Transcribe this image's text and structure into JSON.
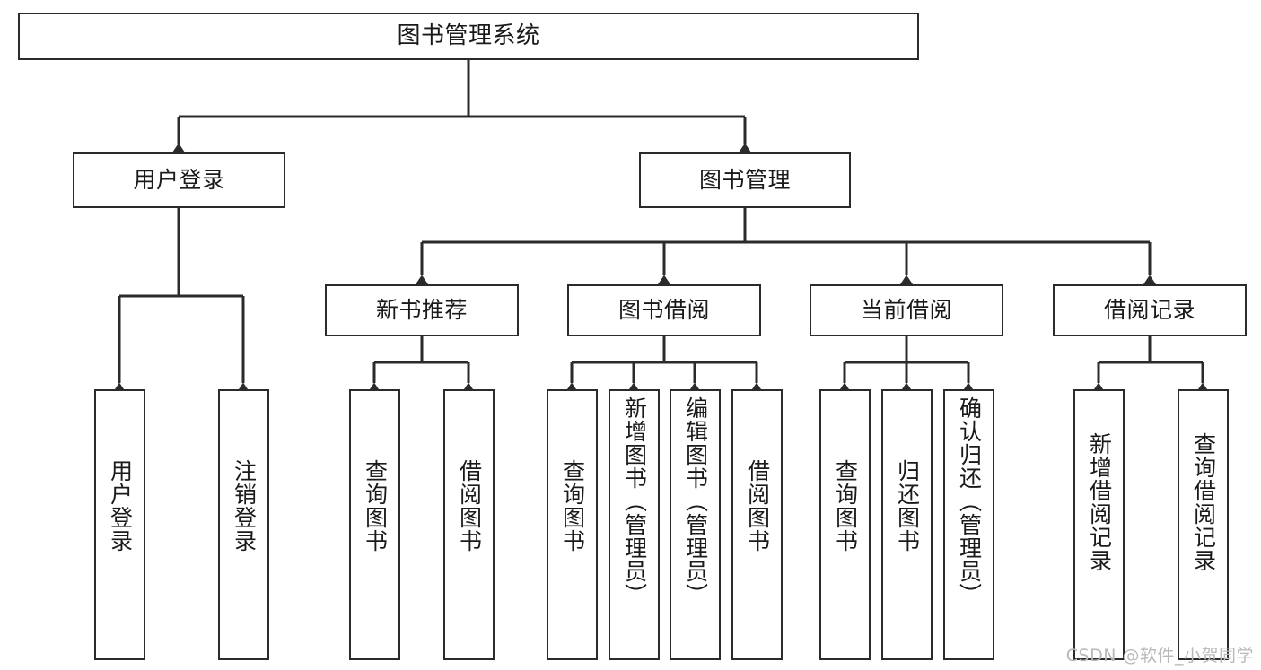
{
  "diagram": {
    "type": "tree-hierarchy",
    "title": "图书管理系统",
    "watermark": "CSDN @软件_小贺同学",
    "colors": {
      "node_border": "#2b2b2b",
      "node_fill": "#ffffff",
      "edge": "#2b2b2b",
      "text": "#1a1a1a",
      "watermark": "#b9b9b9",
      "background": "#ffffff"
    },
    "nodes": {
      "root": {
        "label": "图书管理系统"
      },
      "level2": [
        {
          "id": "user-login",
          "label": "用户登录"
        },
        {
          "id": "book-manage",
          "label": "图书管理"
        }
      ],
      "level3": [
        {
          "id": "new-book-recommend",
          "label": "新书推荐"
        },
        {
          "id": "book-borrow",
          "label": "图书借阅"
        },
        {
          "id": "current-borrow",
          "label": "当前借阅"
        },
        {
          "id": "borrow-record",
          "label": "借阅记录"
        }
      ],
      "leaves": {
        "user_login": [
          {
            "id": "leaf-user-login",
            "label": "用户登录"
          },
          {
            "id": "leaf-user-logout",
            "label": "注销登录"
          }
        ],
        "new_book_recommend": [
          {
            "id": "leaf-query-book-1",
            "label": "查询图书"
          },
          {
            "id": "leaf-borrow-book-1",
            "label": "借阅图书"
          }
        ],
        "book_borrow": [
          {
            "id": "leaf-query-book-2",
            "label": "查询图书"
          },
          {
            "id": "leaf-add-book",
            "label": "新增图书（管理员）"
          },
          {
            "id": "leaf-edit-book",
            "label": "编辑图书（管理员）"
          },
          {
            "id": "leaf-borrow-book-2",
            "label": "借阅图书"
          }
        ],
        "current_borrow": [
          {
            "id": "leaf-query-book-3",
            "label": "查询图书"
          },
          {
            "id": "leaf-return-book",
            "label": "归还图书"
          },
          {
            "id": "leaf-confirm-return",
            "label": "确认归还（管理员）"
          }
        ],
        "borrow_record": [
          {
            "id": "leaf-add-record",
            "label": "新增借阅记录"
          },
          {
            "id": "leaf-query-record",
            "label": "查询借阅记录"
          }
        ]
      }
    }
  }
}
